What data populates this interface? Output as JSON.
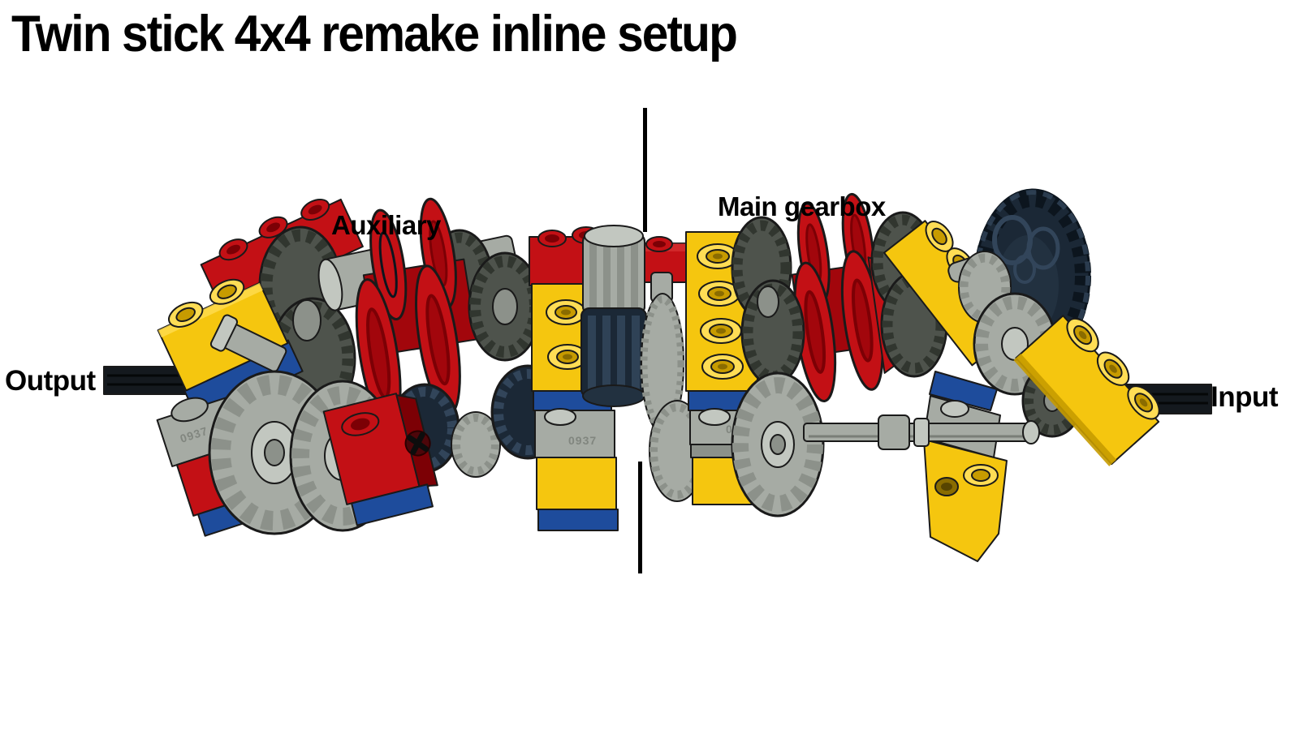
{
  "title": "Twin stick 4x4 remake inline setup",
  "labels": {
    "auxiliary": "Auxiliary",
    "main_gearbox": "Main gearbox",
    "output": "Output",
    "input": "Input"
  },
  "stamp": "0937",
  "colors": {
    "background": "#FFFFFF",
    "text": "#000000",
    "outline": "#1A1A1A",
    "red": "#C31015",
    "red_mid": "#A2060C",
    "red_dark": "#7C0005",
    "red_hi": "#DF4040",
    "yellow": "#F5C60F",
    "yellow_dark": "#C79B00",
    "yellow_deep": "#8A6C00",
    "yellow_hi": "#FFDD55",
    "blue": "#1E4C9C",
    "gray_light": "#A6ABA4",
    "gray_hi": "#C2C7C0",
    "gray_mid": "#8C918A",
    "gray_dark": "#565B54",
    "gear_dark": "#4E534C",
    "gear_darker": "#31362F",
    "navy": "#1B2836",
    "navy_face": "#223140",
    "navy_hi": "#32455A",
    "navy_edge": "#0C151E",
    "axle": "#14191E"
  }
}
